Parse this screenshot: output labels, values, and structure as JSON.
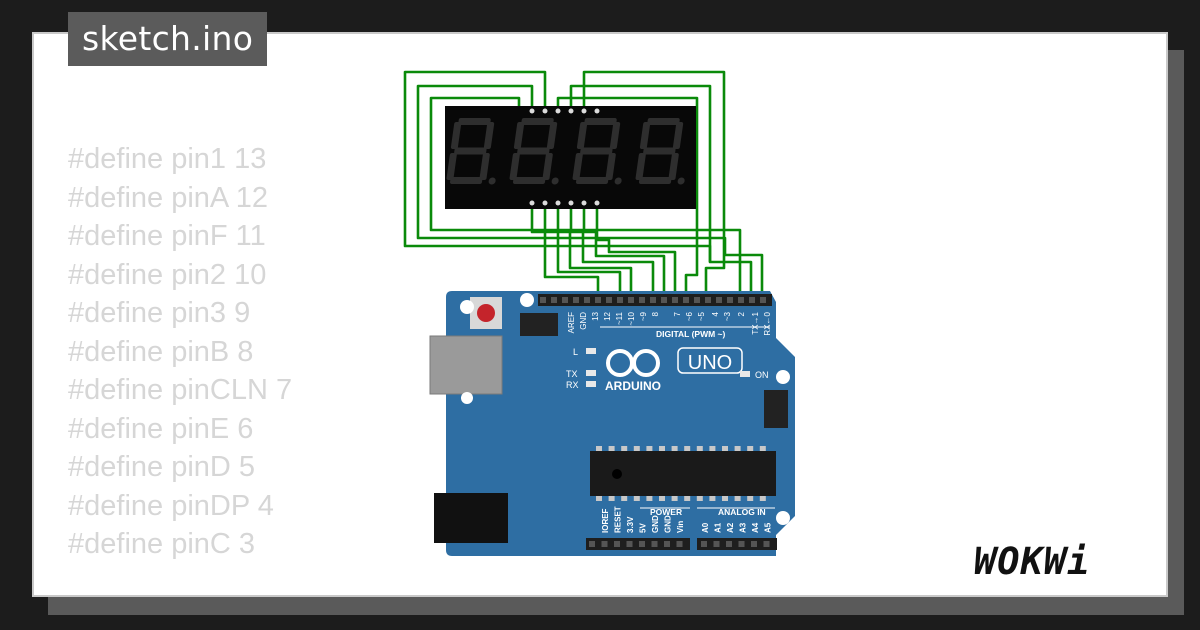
{
  "window": {
    "title": "sketch.ino"
  },
  "code": {
    "lines": [
      "#define pin1 13",
      "#define pinA 12",
      "#define pinF 11",
      "#define pin2 10",
      "#define pin3 9",
      "#define pinB 8",
      "#define pinCLN 7",
      "#define pinE 6",
      "#define pinD 5",
      "#define pinDP 4",
      "#define pinC 3"
    ]
  },
  "display": {
    "digits": "8.8.8.8",
    "segment_color": "#2e2e2e",
    "body_color": "#080808"
  },
  "board": {
    "model": "UNO",
    "brand": "ARDUINO",
    "body_color": "#2e6ea3",
    "digital_header_label": "DIGITAL (PWM ~)",
    "digital_pins": [
      "AREF",
      "GND",
      "13",
      "12",
      "~11",
      "~10",
      "~9",
      "8",
      "7",
      "~6",
      "~5",
      "4",
      "~3",
      "2",
      "TX→1",
      "RX←0"
    ],
    "power_header_label": "POWER",
    "power_pins": [
      "IOREF",
      "RESET",
      "3.3V",
      "5V",
      "GND",
      "GND",
      "Vin"
    ],
    "analog_header_label": "ANALOG IN",
    "analog_pins": [
      "A0",
      "A1",
      "A2",
      "A3",
      "A4",
      "A5"
    ],
    "led_labels": {
      "l": "L",
      "tx": "TX",
      "rx": "RX",
      "on": "ON"
    }
  },
  "wires": {
    "color": "#0a8a0a"
  },
  "logo": {
    "text": "WOKWi",
    "icon": "wokwi-logo"
  }
}
